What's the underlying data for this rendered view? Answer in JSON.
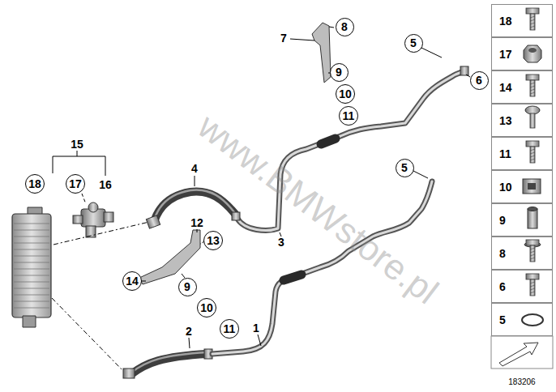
{
  "diagram": {
    "nodes": [
      {
        "text": [
          "8"
        ]
      },
      {
        "text": [
          "5"
        ]
      },
      {
        "text": [
          "9"
        ]
      },
      {
        "text": [
          "6"
        ]
      },
      {
        "text": [
          "10"
        ]
      },
      {
        "text": [
          "11"
        ]
      },
      {
        "text": [
          "5"
        ]
      },
      {
        "text": [
          "18"
        ]
      },
      {
        "text": [
          "17"
        ]
      },
      {
        "text": [
          "13"
        ]
      },
      {
        "text": [
          "14"
        ]
      },
      {
        "text": [
          "9"
        ]
      },
      {
        "text": [
          "10"
        ]
      },
      {
        "text": [
          "11"
        ]
      },
      {
        "text": [
          "18"
        ]
      },
      {
        "text": [
          "17"
        ]
      },
      {
        "text": [
          "14"
        ]
      },
      {
        "text": [
          "13"
        ]
      },
      {
        "text": [
          "11"
        ]
      },
      {
        "text": [
          "10"
        ]
      },
      {
        "text": [
          "9"
        ]
      },
      {
        "text": [
          "8"
        ]
      },
      {
        "text": [
          "6"
        ]
      },
      {
        "text": [
          "5"
        ]
      }
    ],
    "edges": [],
    "labels": [
      "7",
      "15",
      "4",
      "16",
      "12",
      "3",
      "2",
      "1",
      "183206",
      "www.BMWstore.pl"
    ]
  }
}
